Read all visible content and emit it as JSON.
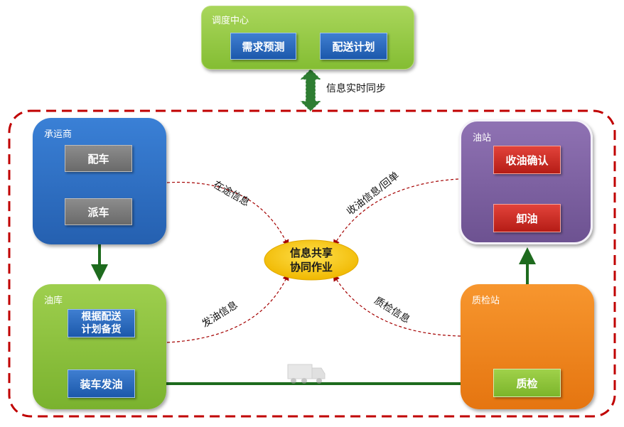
{
  "dispatch_center": {
    "title": "调度中心",
    "btn1": "需求预测",
    "btn2": "配送计划"
  },
  "sync_label": "信息实时同步",
  "carrier": {
    "title": "承运商",
    "btn1": "配车",
    "btn2": "派车"
  },
  "depot": {
    "title": "油库",
    "btn1_line1": "根据配送",
    "btn1_line2": "计划备货",
    "btn2": "装车发油"
  },
  "station": {
    "title": "油站",
    "btn1": "收油确认",
    "btn2": "卸油"
  },
  "qc_station": {
    "title": "质检站",
    "btn1": "质检"
  },
  "center": {
    "line1": "信息共享",
    "line2": "协同作业"
  },
  "flows": {
    "carrier_to_center": "在途信息",
    "station_to_center": "收油信息/回单",
    "depot_to_center": "发油信息",
    "qc_to_center": "质检信息"
  },
  "colors": {
    "green_panel": "#8cc63f",
    "blue_panel": "#2f6fc7",
    "purple_panel": "#8064a2",
    "orange_panel": "#f58a1f",
    "dashed_border": "#c00000",
    "dark_green_arrow": "#1e6b1e",
    "ellipse_yellow": "#f5c400"
  },
  "icons": {
    "truck": "truck-icon",
    "sync": "double-arrow-icon"
  }
}
